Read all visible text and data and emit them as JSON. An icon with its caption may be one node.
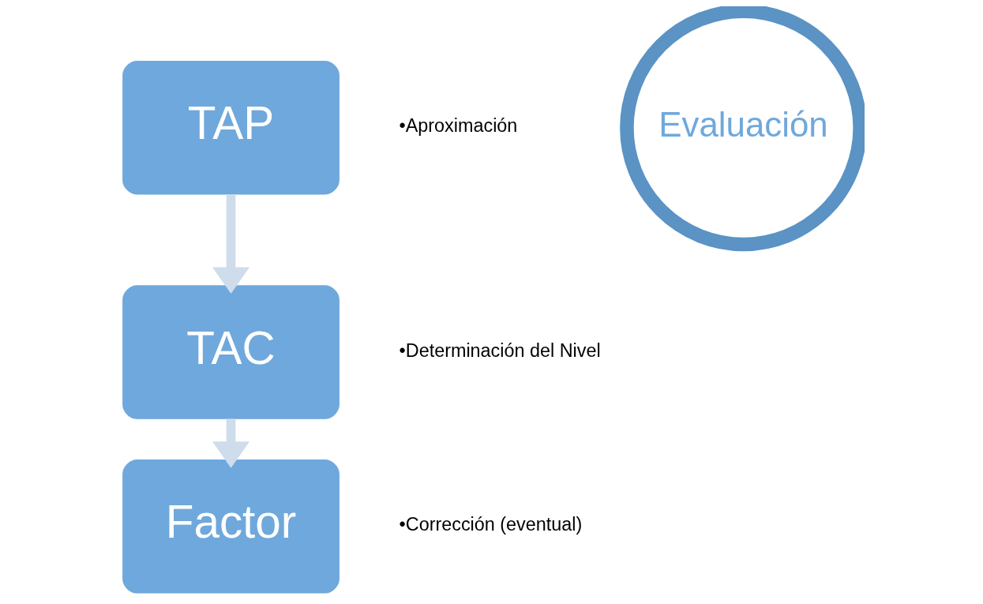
{
  "diagram": {
    "nodes": [
      {
        "text": [
          "TAP"
        ],
        "beside": [
          "•Aproximación"
        ]
      },
      {
        "text": [
          "TAC"
        ],
        "beside": [
          "•Determinación del Nivel"
        ]
      },
      {
        "text": [
          "Factor"
        ],
        "beside": [
          "•Corrección (eventual)"
        ]
      },
      {
        "text": [
          "Evaluación"
        ]
      }
    ],
    "edges": [
      {
        "from": 0,
        "to": 1,
        "arrow": "to"
      },
      {
        "from": 1,
        "to": 2,
        "arrow": "to"
      }
    ]
  }
}
